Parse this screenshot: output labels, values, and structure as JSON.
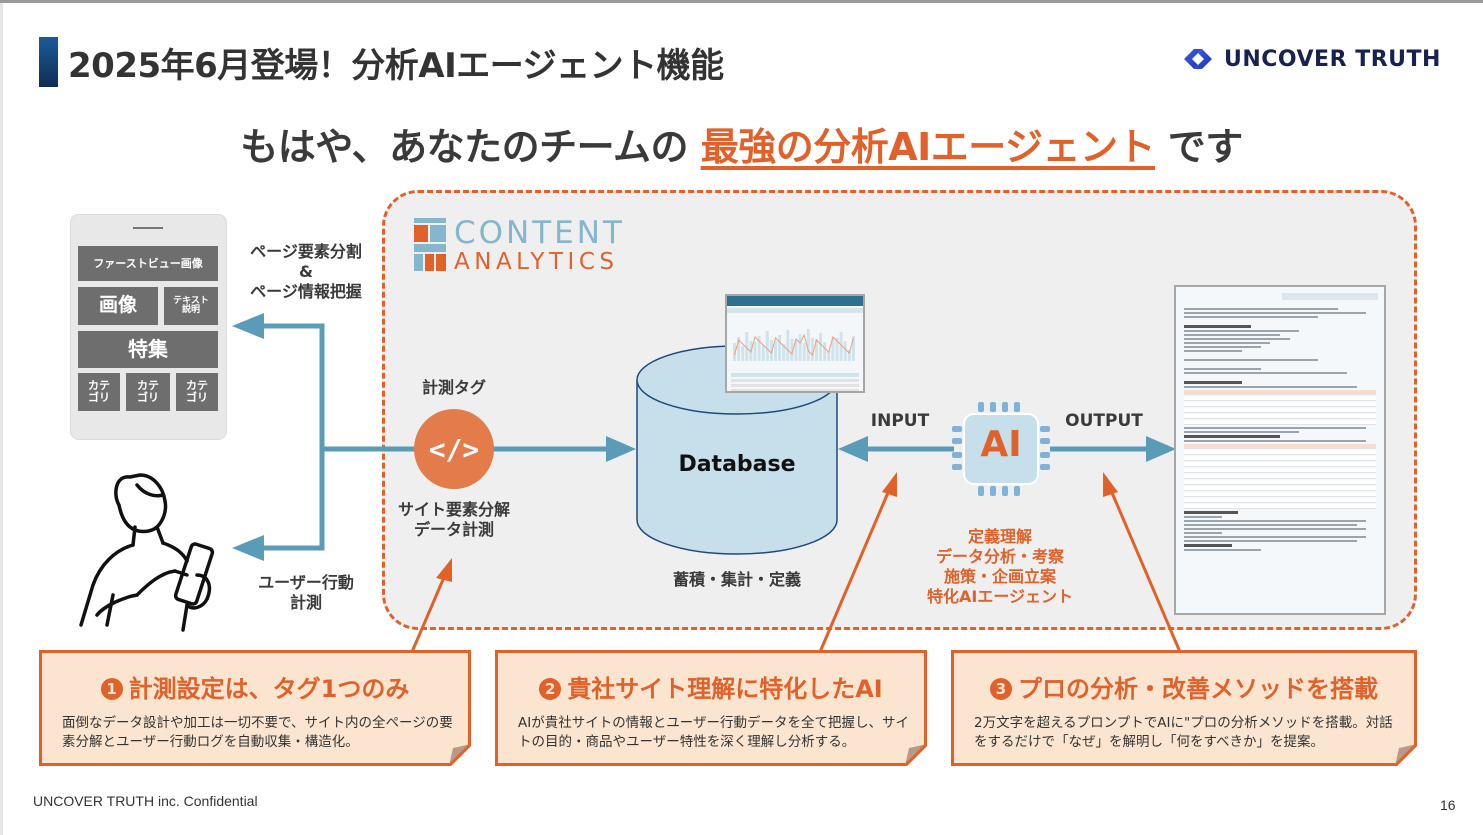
{
  "slide": {
    "title": "2025年6月登場！分析AIエージェント機能",
    "brand_logo": "UNCOVER TRUTH",
    "headline_prefix": "もはや、あなたのチームの ",
    "headline_highlight": "最強の分析AIエージェント",
    "headline_suffix": " です",
    "footer_left": "UNCOVER TRUTH inc. Confidential",
    "page_number": "16",
    "colors": {
      "accent_orange": "#e0622a",
      "arrow_blue": "#5a9cb8",
      "navy": "#18224f",
      "db_fill": "#c6dfea"
    }
  },
  "diagram": {
    "product_logo": {
      "line1": "CONTENT",
      "line2": "ANALYTICS"
    },
    "phone_blocks": {
      "firstview": "ファーストビュー画像",
      "image": "画像",
      "text_line1": "テキスト",
      "text_line2": "説明",
      "feature": "特集",
      "category_line1": "カテ",
      "category_line2": "ゴリ"
    },
    "page_label_line1": "ページ要素分割",
    "page_label_line2": "&",
    "page_label_line3": "ページ情報把握",
    "user_label_line1": "ユーザー行動",
    "user_label_line2": "計測",
    "tag_label": "計測タグ",
    "tag_icon": "code-icon",
    "tag_icon_glyph": "</>",
    "tag_caption_line1": "サイト要素分解",
    "tag_caption_line2": "データ計測",
    "database_label": "Database",
    "database_caption": "蓄積・集計・定義",
    "input_label": "INPUT",
    "output_label": "OUTPUT",
    "ai_chip_label": "AI",
    "ai_caption": [
      "定義理解",
      "データ分析・考察",
      "施策・企画立案",
      "特化AIエージェント"
    ]
  },
  "callouts": [
    {
      "number": "1",
      "title": "計測設定は、タグ1つのみ",
      "body": "面倒なデータ設計や加工は一切不要で、サイト内の全ページの要素分解とユーザー行動ログを自動収集・構造化。"
    },
    {
      "number": "2",
      "title": "貴社サイト理解に特化したAI",
      "body": "AIが貴社サイトの情報とユーザー行動データを全て把握し、サイトの目的・商品やユーザー特性を深く理解し分析する。"
    },
    {
      "number": "3",
      "title": "プロの分析・改善メソッドを搭載",
      "body": "2万文字を超えるプロンプトでAIに\"プロの分析メソッドを搭載。対話をするだけで「なぜ」を解明し「何をすべきか」を提案。"
    }
  ]
}
